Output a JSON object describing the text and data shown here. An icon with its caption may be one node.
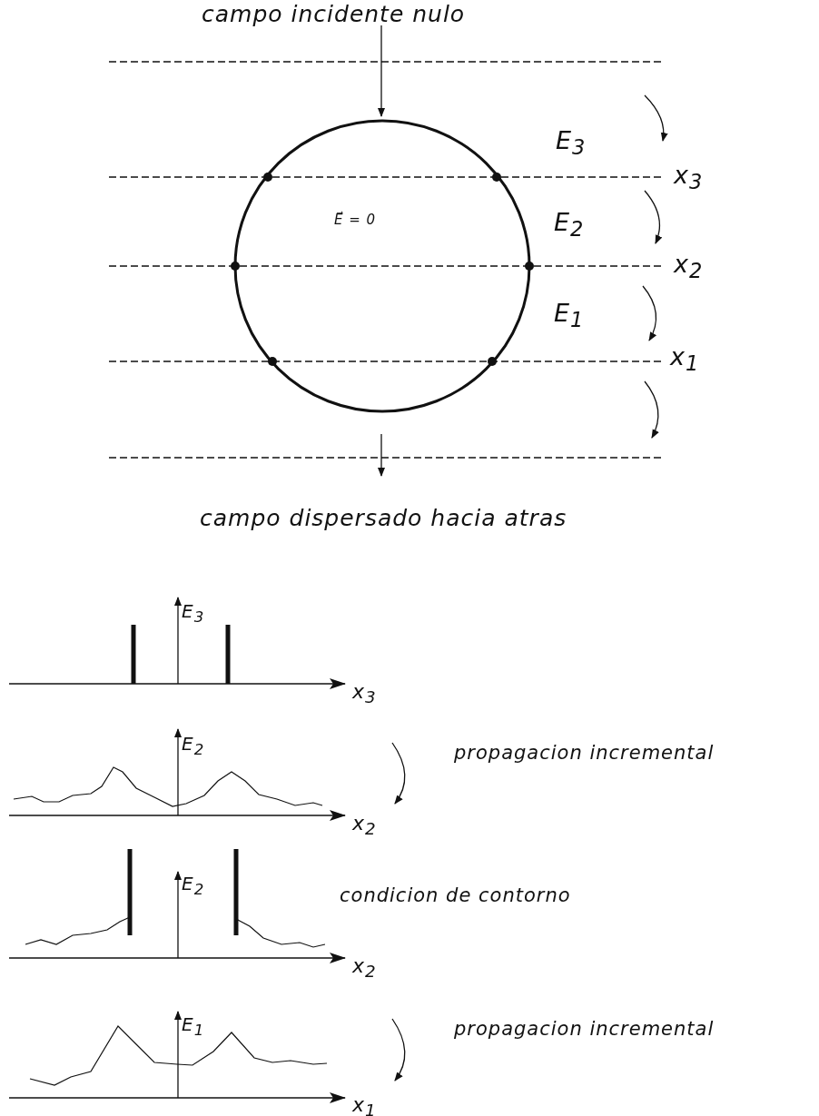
{
  "diagram": {
    "labels": [
      "campo incidente nulo",
      "E$_{3}$",
      "x$_{3}$",
      "E⃗ = 0",
      "E$_{2}$",
      "x$_{2}$",
      "E$_{1}$",
      "x$_{1}$",
      "campo dispersado hacia atras",
      "E$_{3}$",
      "x$_{3}$",
      "E$_{2}$",
      "propagacion incremental",
      "x$_{2}$",
      "E$_{2}$",
      "condicion de contorno",
      "x$_{2}$",
      "E$_{1}$",
      "propagacion incremental",
      "x$_{1}$"
    ]
  }
}
